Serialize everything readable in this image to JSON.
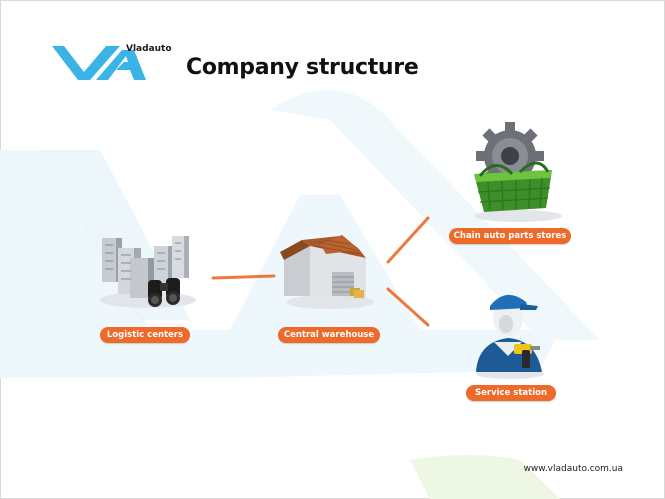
{
  "brand": {
    "name": "Vladauto",
    "logo_mark": "va-logo-icon",
    "accent_blue": "#35b3e6",
    "accent_orange": "#ee6a2a"
  },
  "title": "Company structure",
  "nodes": {
    "logistic_centers": {
      "label": "Logistic centers",
      "icon": "buildings-binoculars-icon"
    },
    "central_warehouse": {
      "label": "Central warehouse",
      "icon": "warehouse-icon"
    },
    "chain_stores": {
      "label": "Chain auto parts stores",
      "icon": "basket-gear-icon"
    },
    "service_station": {
      "label": "Service station",
      "icon": "mechanic-drill-icon"
    }
  },
  "footer": {
    "url": "www.vladauto.com.ua"
  }
}
